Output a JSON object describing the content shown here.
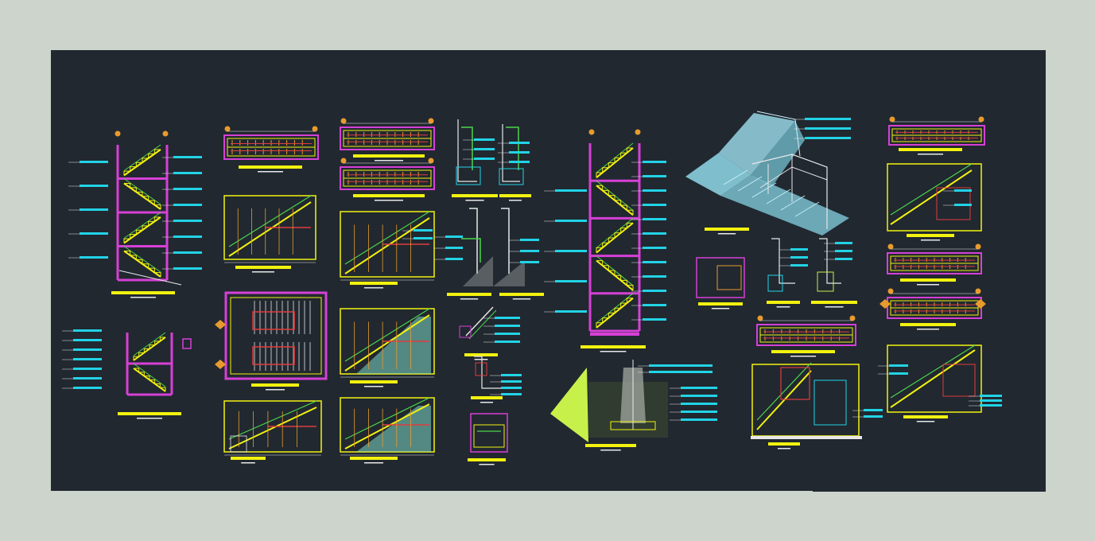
{
  "colors": {
    "page_background": "#cdd4cc",
    "canvas_background": "#212830",
    "cyan": "#22d3e6",
    "yellow": "#f2f20f",
    "magenta": "#d640d6",
    "red": "#e03c3c",
    "green": "#4bd64b",
    "white": "#e8e8e8",
    "lime": "#c8f04a",
    "orange": "#e89b2c",
    "pale_yellow": "#e8e0a0"
  },
  "drawing": {
    "description_text": "",
    "sheets": [
      {
        "id": "section-1",
        "kind": "stair-section"
      },
      {
        "id": "section-2",
        "kind": "stair-section"
      },
      {
        "id": "plan-1",
        "kind": "plan"
      },
      {
        "id": "plan-2",
        "kind": "plan"
      },
      {
        "id": "plan-3",
        "kind": "plan"
      },
      {
        "id": "elevation-1",
        "kind": "elevation"
      },
      {
        "id": "elevation-2",
        "kind": "elevation"
      },
      {
        "id": "elevation-3",
        "kind": "elevation"
      },
      {
        "id": "detail-railing-1",
        "kind": "detail"
      },
      {
        "id": "detail-railing-2",
        "kind": "detail"
      },
      {
        "id": "detail-connection-1",
        "kind": "detail"
      },
      {
        "id": "detail-connection-2",
        "kind": "detail"
      },
      {
        "id": "tall-section",
        "kind": "stair-section"
      },
      {
        "id": "isometric",
        "kind": "3d-view"
      },
      {
        "id": "foundation-detail",
        "kind": "detail"
      },
      {
        "id": "right-column",
        "kind": "plan"
      }
    ]
  }
}
